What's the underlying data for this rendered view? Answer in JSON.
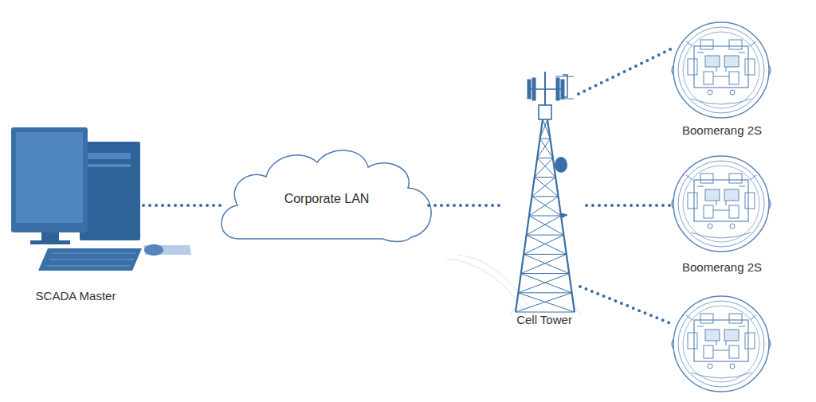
{
  "diagram": {
    "nodes": [
      {
        "text": [
          "SCADA Master"
        ]
      },
      {
        "text": [
          "Corporate LAN"
        ]
      },
      {
        "text": [
          "Cell Tower"
        ]
      },
      {
        "text": [
          "Boomerang 2S"
        ]
      },
      {
        "text": [
          "Boomerang 2S"
        ]
      }
    ],
    "edges": [
      {
        "from": 0,
        "to": 1,
        "arrow": "none"
      },
      {
        "from": 1,
        "to": 2,
        "arrow": "none"
      },
      {
        "from": 2,
        "to": 3,
        "arrow": "none"
      },
      {
        "from": 2,
        "to": 4,
        "arrow": "none"
      }
    ]
  }
}
